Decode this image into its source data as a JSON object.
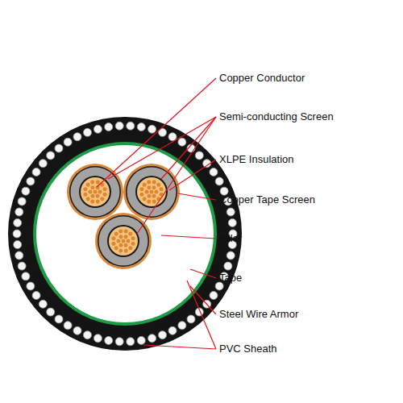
{
  "diagram": {
    "labels": [
      "Copper Conductor",
      "Semi-conducting Screen",
      "XLPE Insulation",
      "Copper Tape Screen",
      "Filler",
      "Tape",
      "Steel Wire Armor",
      "PVC Sheath"
    ]
  }
}
